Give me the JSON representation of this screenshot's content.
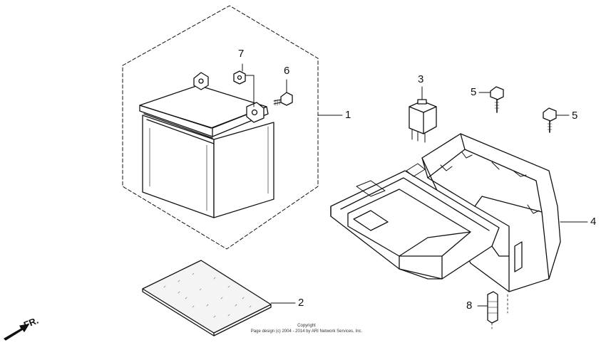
{
  "diagram": {
    "callouts": [
      {
        "id": "1",
        "part": "battery"
      },
      {
        "id": "2",
        "part": "battery-pad"
      },
      {
        "id": "3",
        "part": "relay"
      },
      {
        "id": "4",
        "part": "battery-box"
      },
      {
        "id": "5",
        "part": "bolt"
      },
      {
        "id": "5",
        "part": "bolt"
      },
      {
        "id": "6",
        "part": "terminal-bolt"
      },
      {
        "id": "7",
        "part": "terminal-nut"
      },
      {
        "id": "8",
        "part": "pin"
      }
    ],
    "direction_label": "FR.",
    "copyright_line1": "Copyright",
    "copyright_line2": "Page design (c) 2004 - 2014 by ARI Network Services, Inc."
  }
}
